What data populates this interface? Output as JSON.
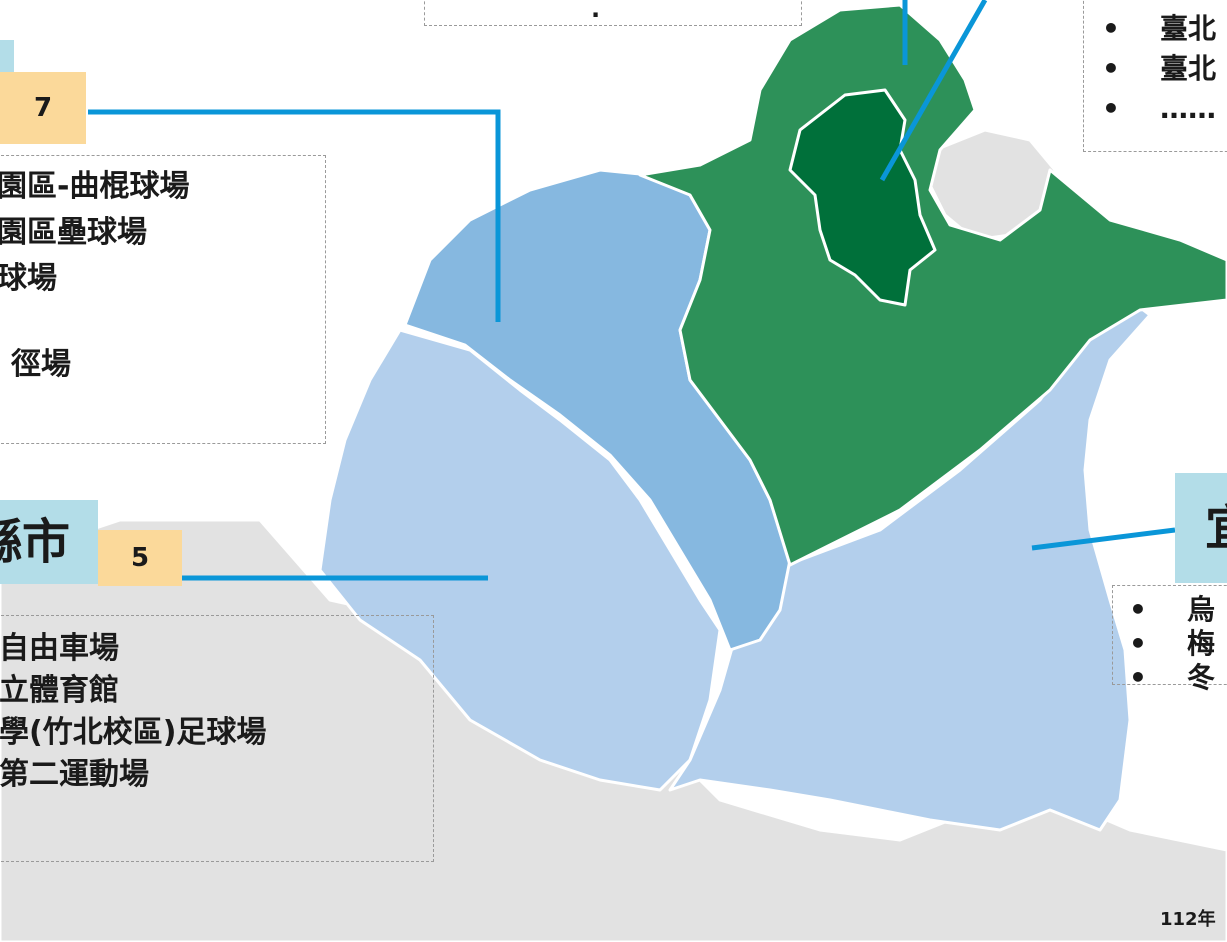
{
  "colors": {
    "taipei": "#00703a",
    "new_taipei": "#2d9159",
    "taoyuan": "#86b8e0",
    "light_blue_region": "#b3cfec",
    "neighbor": "#e2e2e2",
    "leader_line": "#0a96d8",
    "badge_fill": "#fbd99a",
    "title_fill": "#b3dde8"
  },
  "regions": {
    "taoyuan": {
      "count": "7",
      "items": [
        "園區-曲棍球場",
        "園區壘球場",
        "球場",
        "",
        "徑場"
      ]
    },
    "hsinchu": {
      "title_visible": "縣市",
      "count": "5",
      "items": [
        "自由車場",
        "立體育館",
        "學(竹北校區)足球場",
        "第二運動場"
      ]
    },
    "taipei": {
      "items": [
        "臺北",
        "臺北",
        "……"
      ]
    },
    "yilan": {
      "title_visible": "宜",
      "items": [
        "烏",
        "梅",
        "冬"
      ]
    }
  },
  "top_box": {
    "text": "."
  },
  "footnote": "112年"
}
